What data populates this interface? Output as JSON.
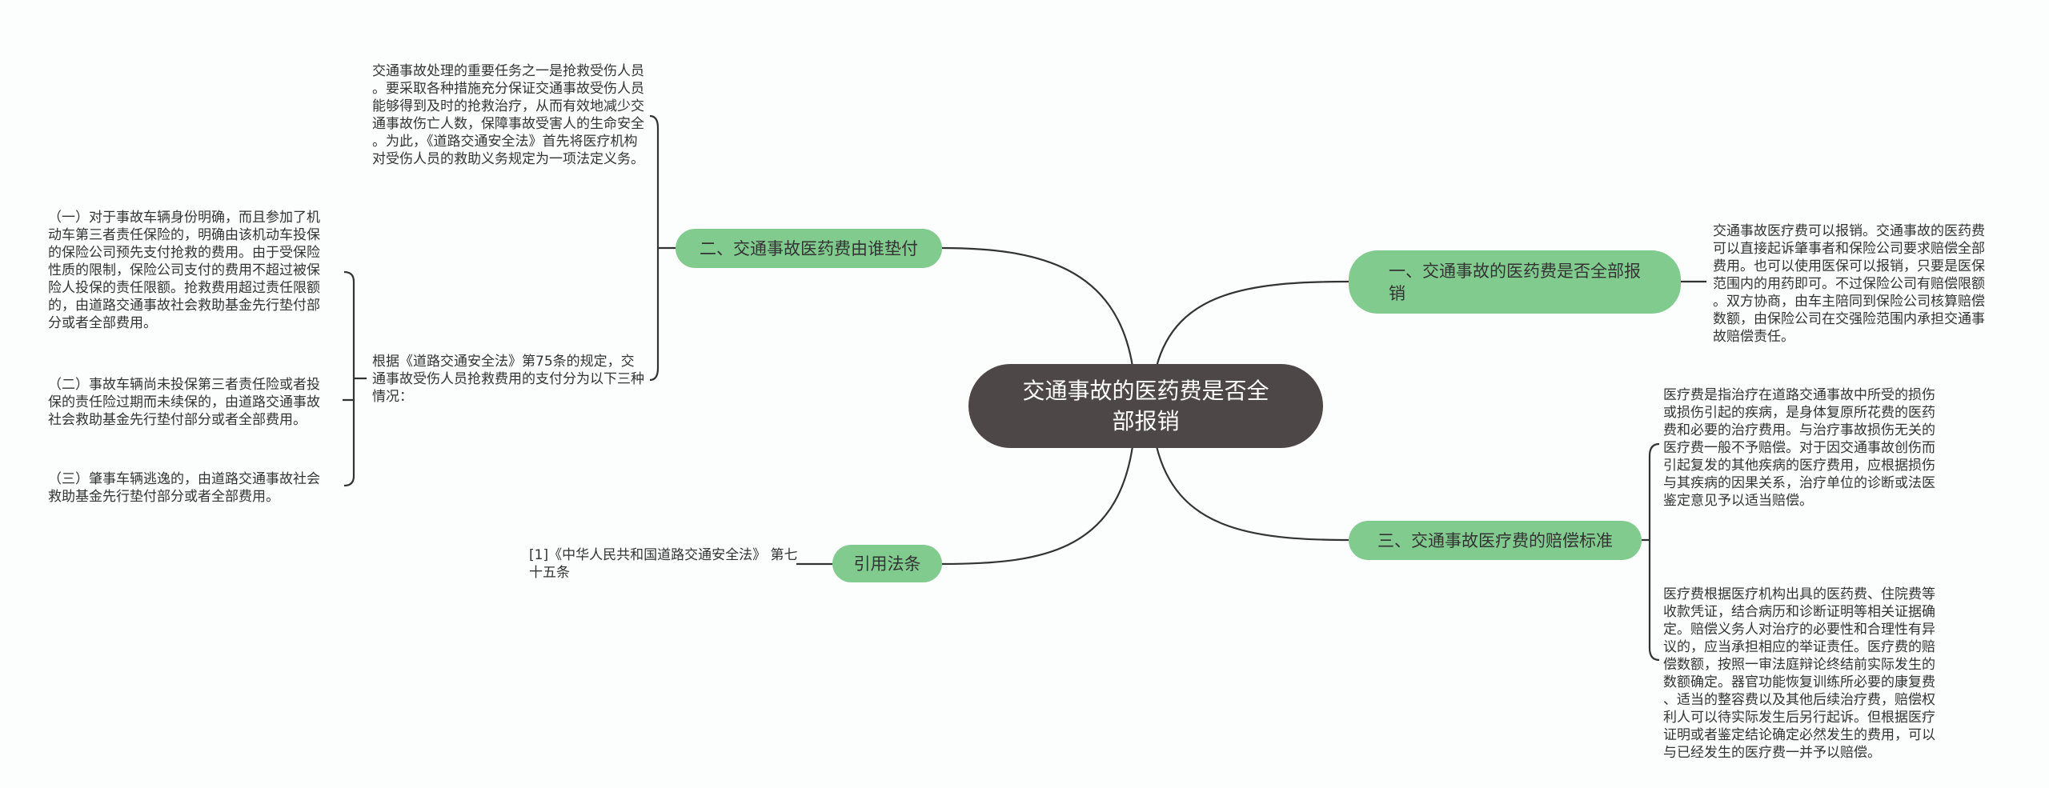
{
  "center": {
    "title": "交通事故的医药费是否全\n部报销"
  },
  "branches": {
    "who_pays": {
      "label": "二、交通事故医药费由谁垫付",
      "intro": "交通事故处理的重要任务之一是抢救受伤人员\n。要采取各种措施充分保证交通事故受伤人员\n能够得到及时的抢救治疗，从而有效地减少交\n通事故伤亡人数，保障事故受害人的生命安全\n。为此，《道路交通安全法》首先将医疗机构\n对受伤人员的救助义务规定为一项法定义务。",
      "rule": "根据《道路交通安全法》第75条的规定，交\n通事故受伤人员抢救费用的支付分为以下三种\n情况：",
      "cases": [
        "（一）对于事故车辆身份明确，而且参加了机\n动车第三者责任保险的，明确由该机动车投保\n的保险公司预先支付抢救的费用。由于受保险\n性质的限制，保险公司支付的费用不超过被保\n险人投保的责任限额。抢救费用超过责任限额\n的，由道路交通事故社会救助基金先行垫付部\n分或者全部费用。",
        "（二）事故车辆尚未投保第三者责任险或者投\n保的责任险过期而未续保的，由道路交通事故\n社会救助基金先行垫付部分或者全部费用。",
        "（三）肇事车辆逃逸的，由道路交通事故社会\n救助基金先行垫付部分或者全部费用。"
      ]
    },
    "reimburse": {
      "label": "一、交通事故的医药费是否全部报\n销",
      "detail": "交通事故医疗费可以报销。交通事故的医药费\n可以直接起诉肇事者和保险公司要求赔偿全部\n费用。也可以使用医保可以报销，只要是医保\n范围内的用药即可。不过保险公司有赔偿限额\n。双方协商，由车主陪同到保险公司核算赔偿\n数额，由保险公司在交强险范围内承担交通事\n故赔偿责任。"
    },
    "standard": {
      "label": "三、交通事故医疗费的赔偿标准",
      "details": [
        "医疗费是指治疗在道路交通事故中所受的损伤\n或损伤引起的疾病，是身体复原所花费的医药\n费和必要的治疗费用。与治疗事故损伤无关的\n医疗费一般不予赔偿。对于因交通事故创伤而\n引起复发的其他疾病的医疗费用，应根据损伤\n与其疾病的因果关系，治疗单位的诊断或法医\n鉴定意见予以适当赔偿。",
        "医疗费根据医疗机构出具的医药费、住院费等\n收款凭证，结合病历和诊断证明等相关证据确\n定。赔偿义务人对治疗的必要性和合理性有异\n议的，应当承担相应的举证责任。医疗费的赔\n偿数额，按照一审法庭辩论终结前实际发生的\n数额确定。器官功能恢复训练所必要的康复费\n、适当的整容费以及其他后续治疗费，赔偿权\n利人可以待实际发生后另行起诉。但根据医疗\n证明或者鉴定结论确定必然发生的费用，可以\n与已经发生的医疗费一并予以赔偿。"
      ]
    },
    "law": {
      "label": "引用法条",
      "citation": "[1]《中华人民共和国道路交通安全法》 第七\n十五条"
    }
  },
  "colors": {
    "node": "#82cb8f",
    "center": "#4d4847",
    "line": "#333333"
  }
}
